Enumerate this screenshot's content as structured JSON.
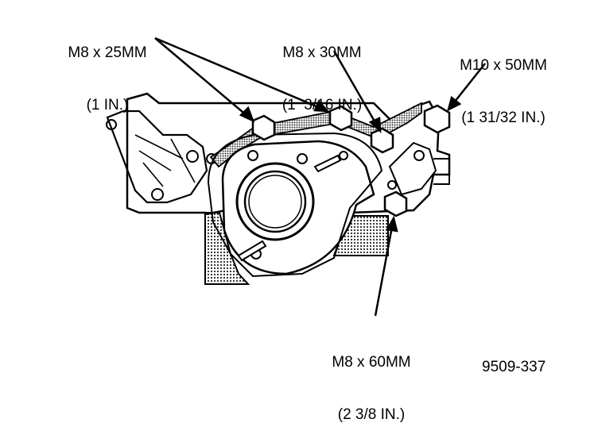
{
  "figure_id": "9509-337",
  "callouts": [
    {
      "size": "M8 x 25MM",
      "inches": "(1 IN.)"
    },
    {
      "size": "M8 x 30MM",
      "inches": "(1  3/16 IN.)"
    },
    {
      "size": "M10 x 50MM",
      "inches": "(1 31/32 IN.)"
    },
    {
      "size": "M8 x 60MM",
      "inches": "(2 3/8 IN.)"
    }
  ],
  "colors": {
    "ink": "#000000",
    "shade": "#8a8a8a",
    "paper": "#ffffff"
  }
}
